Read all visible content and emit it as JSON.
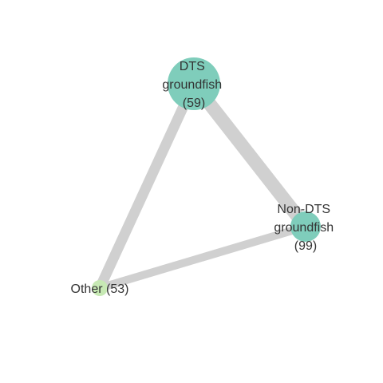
{
  "network": {
    "nodes": [
      {
        "id": "dts",
        "lines": [
          "DTS",
          "groundfish",
          "(59)"
        ],
        "color": "#7fcdbb"
      },
      {
        "id": "nondts",
        "lines": [
          "Non-DTS",
          "groundfish",
          "(99)"
        ],
        "color": "#7fcdbb"
      },
      {
        "id": "other",
        "lines": [
          "Other (53)"
        ],
        "color": "#c7e9b4"
      }
    ],
    "edges": [
      {
        "from": "dts",
        "to": "nondts"
      },
      {
        "from": "dts",
        "to": "other"
      },
      {
        "from": "nondts",
        "to": "other"
      }
    ],
    "edge_color": "#d0d0d0"
  }
}
